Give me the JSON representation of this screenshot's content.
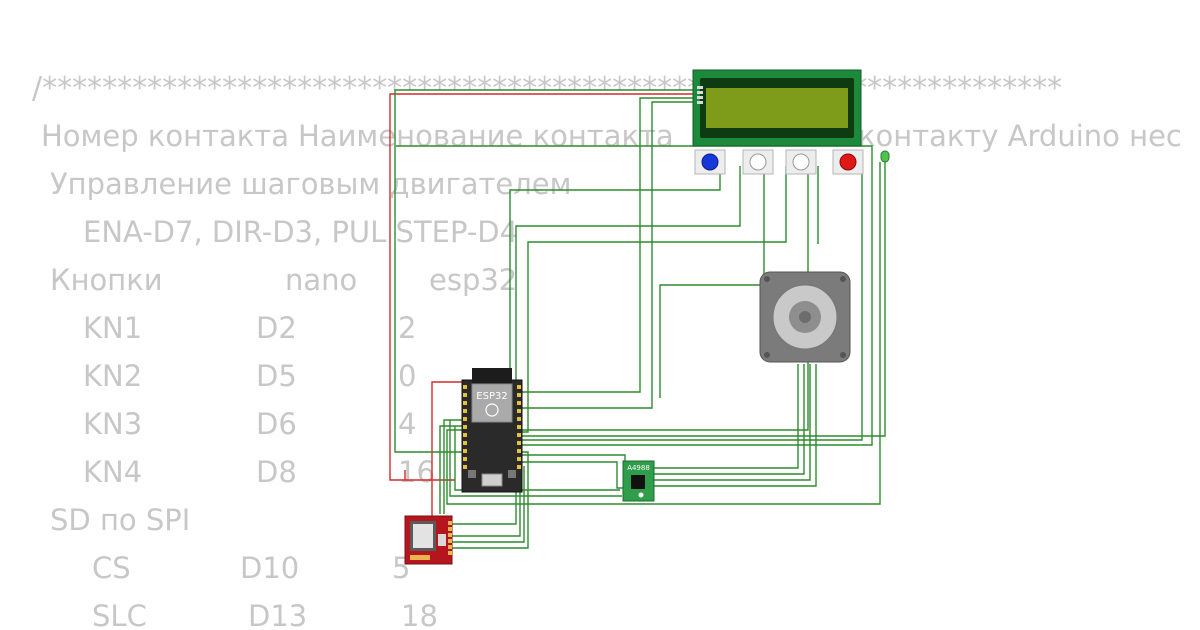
{
  "code_comment": {
    "header": "/********************************************************************",
    "col_headers": [
      "Номер контакта",
      "Наименование контакта",
      "контакту Arduino нес"
    ],
    "lines": [
      "Управление шаговым двигателем",
      "ENA-D7, DIR-D3, PUL STEP-D4"
    ],
    "buttons_header": [
      "Кнопки",
      "nano",
      "esp32"
    ],
    "button_rows": [
      [
        "KN1",
        "D2",
        "2"
      ],
      [
        "KN2",
        "D5",
        "0"
      ],
      [
        "KN3",
        "D6",
        "4"
      ],
      [
        "KN4",
        "D8",
        "16"
      ]
    ],
    "sd_header": "SD по SPI",
    "sd_rows": [
      [
        "CS",
        "D10",
        "5"
      ],
      [
        "SLC",
        "D13",
        "18"
      ]
    ]
  },
  "components": {
    "esp32_label": "ESP32",
    "driver_label": "A4988"
  },
  "colors": {
    "wire_green": "#2e8b2e",
    "wire_red": "#d42a2a",
    "lcd_board": "#1b8a3a",
    "lcd_screen": "#7e9b1a",
    "button_blue": "#1538d8",
    "button_red": "#e01818",
    "sd_board": "#b5161d",
    "esp32_board": "#2a2a2a"
  }
}
